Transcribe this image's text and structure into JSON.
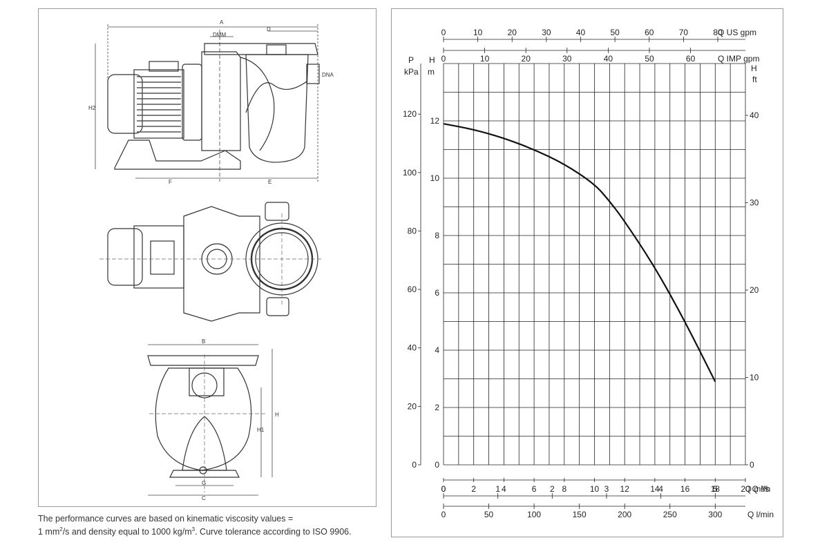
{
  "drawing": {
    "dims": {
      "A": "A",
      "D": "D",
      "DMM": "DMM",
      "DNA": "DNA",
      "H2": "H2",
      "F": "F",
      "E": "E",
      "B": "B",
      "H": "H",
      "H1": "H1",
      "G": "G",
      "C": "C"
    }
  },
  "note": {
    "line1_pre": "The performance curves are based on kinematic viscosity values =",
    "line2_a": "1 mm",
    "line2_sup1": "2",
    "line2_b": "/s and density equal to 1000 kg/m",
    "line2_sup2": "3",
    "line2_c": ". Curve tolerance according to ISO 9906."
  },
  "chart_data": {
    "type": "line",
    "title": "",
    "series": [
      {
        "x": [
          0,
          2,
          4,
          6,
          8,
          10,
          11,
          12,
          14,
          16,
          18
        ],
        "y": [
          11.9,
          11.7,
          11.4,
          11.0,
          10.5,
          9.8,
          9.2,
          8.5,
          6.9,
          5.0,
          2.9
        ]
      }
    ],
    "xlim": [
      0,
      20
    ],
    "ylim_m": [
      0,
      14
    ],
    "x_ticks": [
      0,
      2,
      4,
      6,
      8,
      10,
      12,
      14,
      16,
      18,
      20
    ],
    "x_tick_labels": [
      "0",
      "2",
      "4",
      "6",
      "8",
      "10",
      "12",
      "14",
      "16",
      "18",
      "20"
    ],
    "x_label": "Q m³/h",
    "h_m_ticks": [
      0,
      2,
      4,
      6,
      8,
      10,
      12
    ],
    "h_m_label_top": "H",
    "h_m_label_unit": "m",
    "p_kpa_ticks": [
      0,
      20,
      40,
      60,
      80,
      100,
      120
    ],
    "p_label_top": "P",
    "p_label_unit": "kPa",
    "h_ft_ticks": [
      0,
      10,
      20,
      30,
      40
    ],
    "h_ft_label_top": "H",
    "h_ft_label_unit": "ft",
    "q_us_gpm_ticks": [
      0,
      10,
      20,
      30,
      40,
      50,
      60,
      70,
      80
    ],
    "q_us_gpm_label": "Q US gpm",
    "q_imp_gpm_ticks": [
      0,
      10,
      20,
      30,
      40,
      50,
      60
    ],
    "q_imp_gpm_label": "Q IMP gpm",
    "q_ls_ticks": [
      0,
      1,
      2,
      3,
      4,
      5
    ],
    "q_ls_label": "Q l/s",
    "q_lmin_ticks": [
      0,
      50,
      100,
      150,
      200,
      250,
      300
    ],
    "q_lmin_label": "Q l/min",
    "grid": true
  }
}
